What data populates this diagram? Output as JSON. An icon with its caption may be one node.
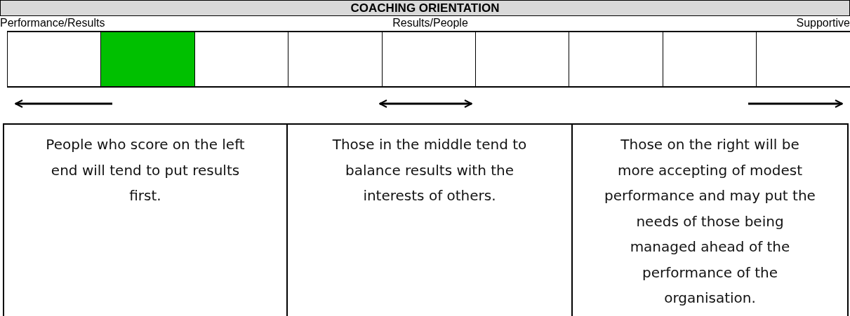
{
  "diagram": {
    "title": "COACHING ORIENTATION",
    "nodes": [
      {
        "text": [],
        "shape": "box"
      },
      {
        "text": [],
        "shape": "box"
      },
      {
        "text": [],
        "shape": "box"
      },
      {
        "text": [],
        "shape": "box"
      },
      {
        "text": [],
        "shape": "box"
      },
      {
        "text": [],
        "shape": "box"
      },
      {
        "text": [],
        "shape": "box"
      },
      {
        "text": [],
        "shape": "box"
      },
      {
        "text": [],
        "shape": "box"
      },
      {
        "text": [
          "People who score on the left end will tend to put results first."
        ]
      },
      {
        "text": [
          "Those in the middle tend to balance results with the interests of others."
        ]
      },
      {
        "text": [
          "Those on the right will be more accepting of modest performance and may put the needs of those being managed ahead of the performance of the organisation."
        ]
      }
    ],
    "labels": [
      "Performance/Results",
      "Results/People",
      "Supportive"
    ]
  }
}
